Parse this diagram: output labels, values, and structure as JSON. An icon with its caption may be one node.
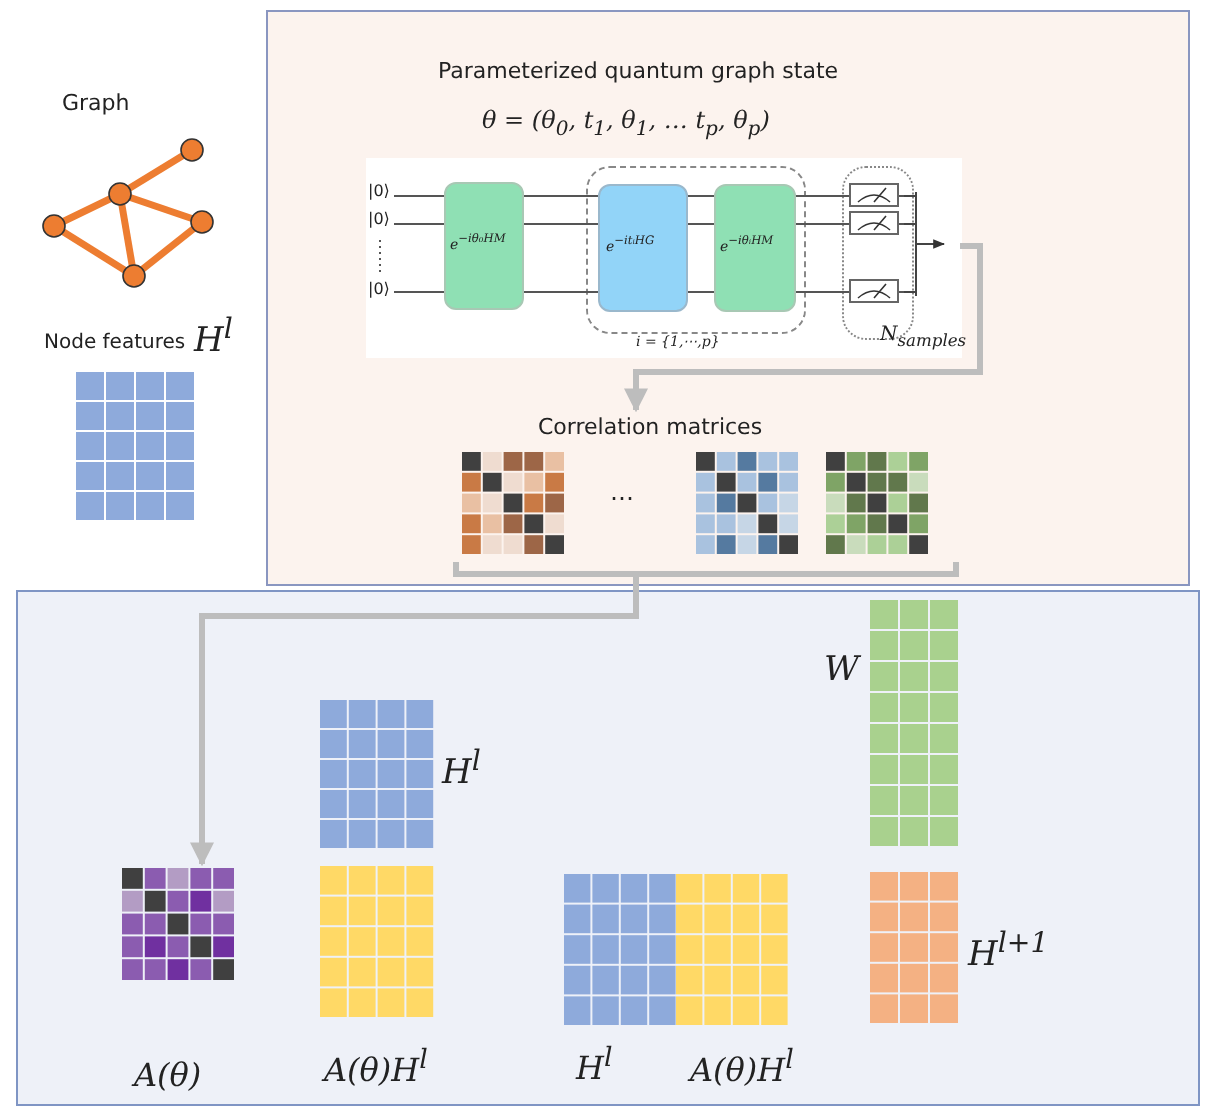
{
  "diagram": {
    "nodes": [
      {
        "text": [
          "Parameterized quantum graph state",
          "θ = (θ$_{0}$, t$_{1}$, θ$_{1}$, … t$_{p}$, θ$_{p}$)"
        ]
      },
      {
        "text": [],
        "shape": "box",
        "in": 0
      },
      {
        "text": [
          "e$^{−iθ₀HM}$"
        ],
        "in": 1
      },
      {
        "text": [],
        "shape": "box",
        "in": 1,
        "beside": [
          "i = {1,⋯,p}"
        ]
      },
      {
        "text": [
          "e$^{−itᵢHG}$"
        ],
        "in": 3
      },
      {
        "text": [
          "e$^{−iθᵢHM}$"
        ],
        "in": 3
      },
      {
        "text": [],
        "shape": "box",
        "in": 1,
        "beside": [
          "N$_{samples}$"
        ]
      },
      {
        "text": [
          "Correlation matrices"
        ],
        "in": 0
      },
      {
        "text": [],
        "shape": "box"
      },
      {
        "text": [],
        "shape": "box",
        "in": 8,
        "beside": [
          "A(θ)"
        ]
      }
    ],
    "edges": [
      {
        "from": 1,
        "to": 7,
        "arrow": "to"
      },
      {
        "from": 7,
        "to": 9,
        "arrow": "to"
      }
    ],
    "labels": [
      "Graph",
      "Node features",
      "H$^{l}$",
      "|0⟩",
      "|0⟩",
      "|0⟩",
      "⋯",
      "W",
      "H$^{l}$",
      "H$^{l+1}$",
      "A(θ)H$^{l}$",
      "H$^{l}$",
      "A(θ)H$^{l}$"
    ]
  }
}
